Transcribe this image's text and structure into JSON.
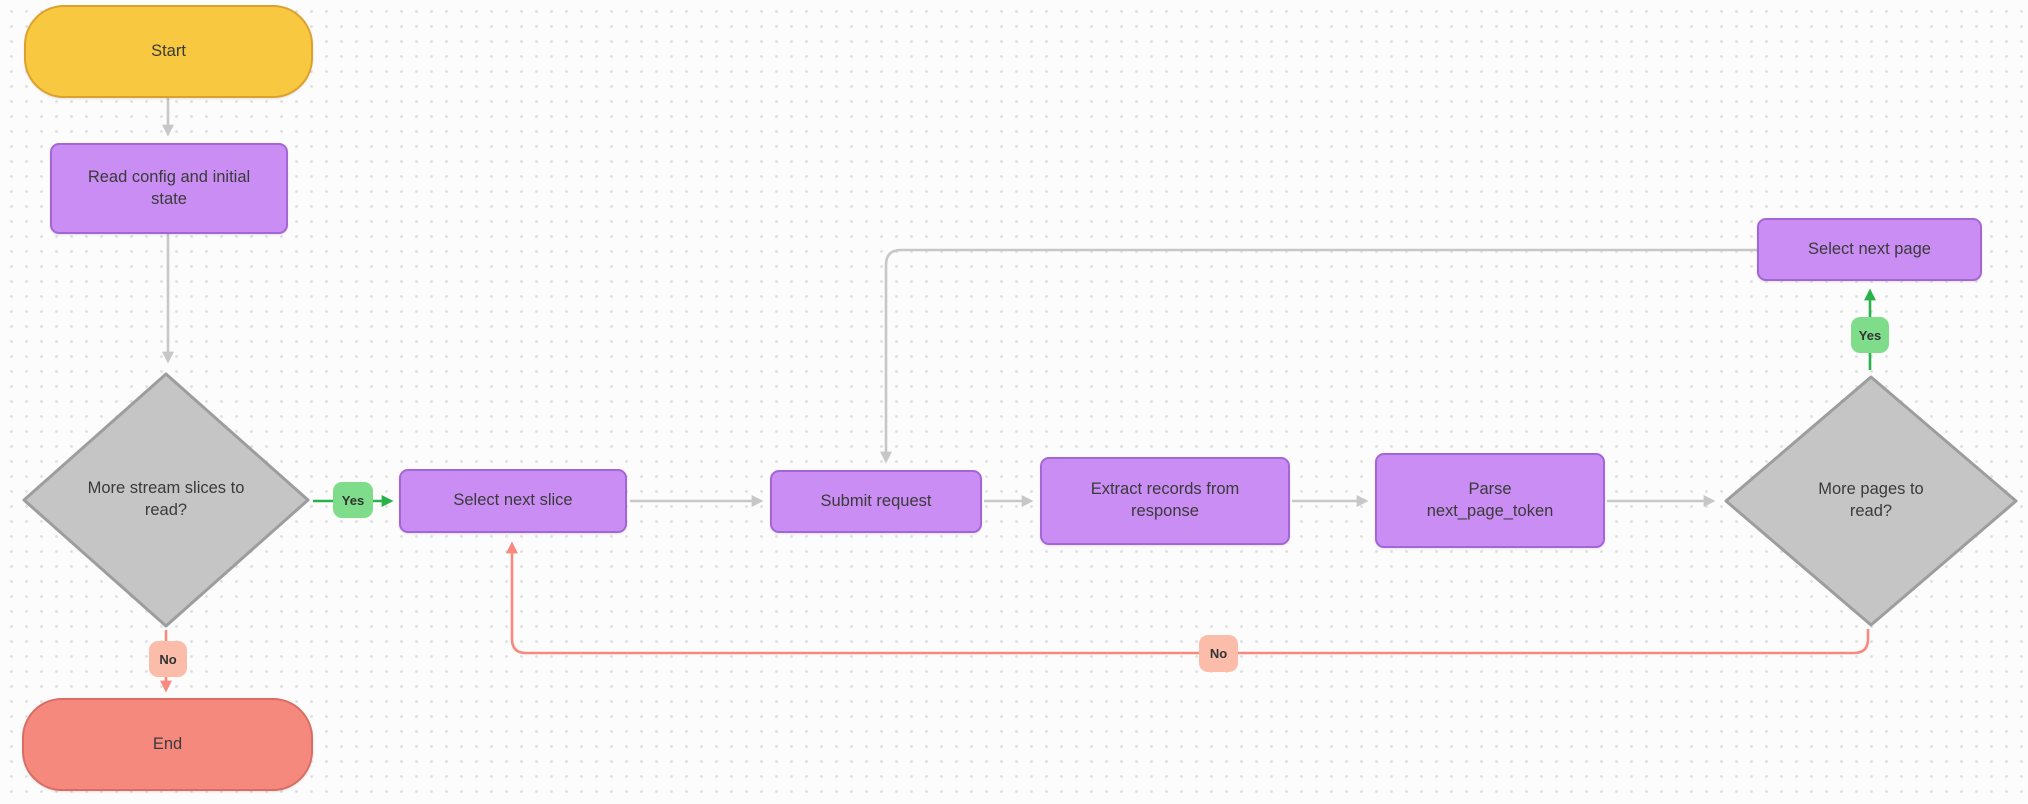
{
  "diagram": {
    "background": {
      "color": "#FCFCFC",
      "dot_color": "#E1E1E1"
    },
    "colors": {
      "terminator_start_fill": "#F8C840",
      "terminator_start_stroke": "#DCA02C",
      "process_fill": "#C98DF3",
      "process_stroke": "#A466D6",
      "decision_fill": "#C5C5C5",
      "decision_stroke": "#9D9D9D",
      "terminator_end_fill": "#F6897E",
      "terminator_end_stroke": "#D96C63",
      "label_yes_fill": "#7EDC8A",
      "label_no_fill": "#FBBCA9",
      "connector_gray": "#C7C7C7",
      "connector_green": "#2BB14A",
      "connector_red": "#F9897E",
      "text": "#3A3A3A"
    },
    "nodes": {
      "start": {
        "label": "Start",
        "type": "terminator"
      },
      "read_config": {
        "label": "Read config and initial state",
        "type": "process"
      },
      "more_slices": {
        "label": "More stream slices to read?",
        "type": "decision"
      },
      "select_next_slice": {
        "label": "Select next slice",
        "type": "process"
      },
      "submit_request": {
        "label": "Submit request",
        "type": "process"
      },
      "extract_records": {
        "label": "Extract records from response",
        "type": "process"
      },
      "parse_token": {
        "label": "Parse\nnext_page_token",
        "type": "process"
      },
      "more_pages": {
        "label": "More pages to read?",
        "type": "decision"
      },
      "select_next_page": {
        "label": "Select next page",
        "type": "process"
      },
      "end": {
        "label": "End",
        "type": "terminator"
      }
    },
    "edge_labels": {
      "more_slices_yes": "Yes",
      "more_slices_no": "No",
      "more_pages_yes": "Yes",
      "more_pages_no": "No"
    }
  }
}
